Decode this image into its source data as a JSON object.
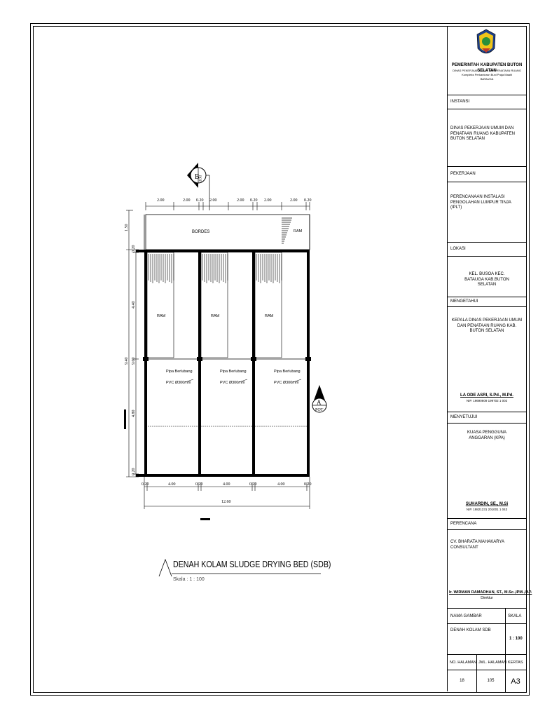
{
  "drawing": {
    "title": "DENAH KOLAM SLUDGE DRYING BED (SDB)",
    "scale_note": "Skala : 1 : 100",
    "labels": {
      "bordes": "BORDES",
      "ram": "RAM",
      "pipe1": "Pipa Berlubang",
      "pipe2": "PVC Ø300mm",
      "section_b_letter": "B",
      "section_b_text": "POT",
      "section_a_letter": "A",
      "section_a_text": "POT"
    },
    "dims_top": [
      "2.00",
      "2.00",
      "0.20",
      "2.00",
      "2.00",
      "0.20",
      "2.00",
      "2.00",
      "0.20"
    ],
    "dims_bottom": [
      "0.20",
      "4.00",
      "0.20",
      "4.00",
      "0.20",
      "4.00",
      "0.20"
    ],
    "dim_total": "12.60",
    "dims_left": [
      "1.50",
      "0.20",
      "4.40",
      "9.40",
      "9.00",
      "4.80",
      "0.20"
    ]
  },
  "titleblock": {
    "gov": "PEMERINTAH KABUPATEN BUTON SELATAN",
    "dept_small": "DINAS PEKERJAAN UMUM DAN PENATAAN RUANG",
    "address": "Kompleks Perkantoran Buni Praja Maaiti",
    "city": "BATAUGA",
    "instansi_label": "INSTANSI",
    "instansi_value": "DINAS PEKERJAAN UMUM DAN PENATAAN RUANG KABUPATEN BUTON SELATAN",
    "pekerjaan_label": "PEKERJAAN",
    "pekerjaan_value": "PERENCANAAN INSTALASI PENGOLAHAN LUMPUR TINJA (IPLT)",
    "lokasi_label": "LOKASI",
    "lokasi_value": "KEL. BUSOA KEC. BATAUGA KAB.BUTON SELATAN",
    "mengetahui_label": "MENGETAHUI",
    "mengetahui_value": "KEPALA DINAS PEKERJAAN UMUM DAN PENATAAN RUANG KAB. BUTON SELATAN",
    "mengetahui_name": "LA ODE ASRI, S.Pd., M.Pd.",
    "mengetahui_nip": "NIP. 19690609 199702 1 002",
    "menyetujui_label": "MENYETUJUI",
    "menyetujui_value": "KUASA PENGGUNA ANGGARAN (KPA)",
    "menyetujui_name": "SUHARDIN, SE., M.Si",
    "menyetujui_nip": "NIP. 19821231 201001 1 043",
    "perencana_label": "PERENCANA",
    "perencana_value": "CV. BHARATA MAHAKARYA CONSULTANT",
    "perencana_name": "Ir. WIRMAN RAMADHAN, ST., M.Sc.,IPM.,IAP.",
    "perencana_role": "Direktur",
    "nama_gambar_label": "NAMA GAMBAR",
    "skala_label": "SKALA",
    "nama_gambar_value": "DENAH KOLAM SDB",
    "skala_value": "1 : 100",
    "no_halaman_label": "NO. HALAMAN",
    "jml_halaman_label": "JML. HALAMAN",
    "kertas_label": "KERTAS",
    "no_halaman_value": "18",
    "jml_halaman_value": "105",
    "kertas_value": "A3"
  }
}
